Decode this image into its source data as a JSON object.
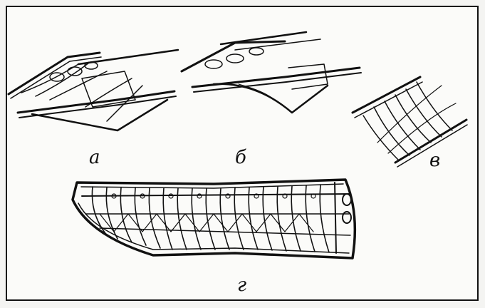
{
  "figure": {
    "labels": {
      "a": "а",
      "b": "б",
      "v": "в",
      "g": "г"
    }
  }
}
